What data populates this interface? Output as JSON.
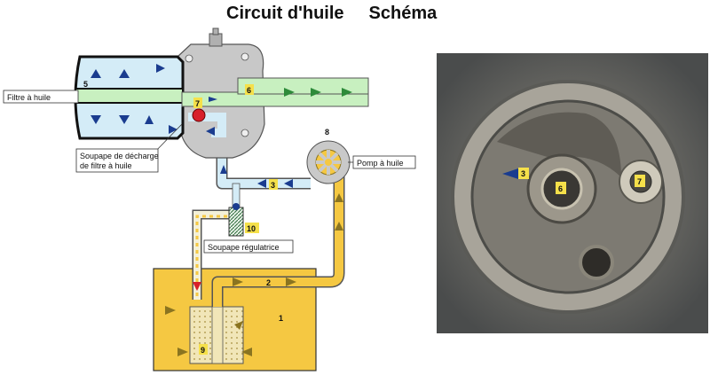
{
  "title": {
    "main": "Circuit d'huile",
    "sub": "Schéma"
  },
  "labels": {
    "oil_filter": "Filtre à huile",
    "bypass_valve_line1": "Soupape de décharge",
    "bypass_valve_line2": "de filtre à huile",
    "oil_pump": "Pomp à huile",
    "regulator_valve": "Soupape régulatrice"
  },
  "numbers": {
    "n1": "1",
    "n2": "2",
    "n3": "3",
    "n5": "5",
    "n6": "6",
    "n7": "7",
    "n8": "8",
    "n9": "9",
    "n10": "10",
    "photo_3": "3",
    "photo_6": "6",
    "photo_7": "7"
  },
  "colors": {
    "oil_sump": "#f5c842",
    "pipe_yellow": "#f5c842",
    "pipe_light_blue": "#d4ecf7",
    "pipe_green": "#c8f0c0",
    "arrow_blue": "#1a3c8f",
    "arrow_green": "#2e8b3a",
    "arrow_olive": "#8a7420",
    "valve_red": "#d8202a",
    "housing_gray": "#c8c8c8",
    "photo_bg": "#6b6f70"
  }
}
